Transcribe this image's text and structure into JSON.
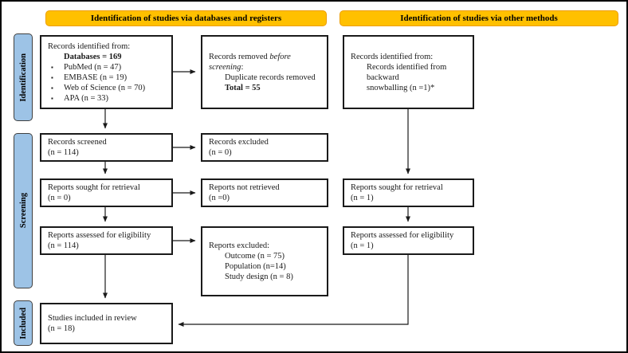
{
  "banners": {
    "left": "Identification of studies via databases and registers",
    "right": "Identification of studies via other methods"
  },
  "stages": {
    "identification": "Identification",
    "screening": "Screening",
    "included": "Included"
  },
  "boxes": {
    "db_identified": {
      "title": "Records identified from:",
      "subtitle": "Databases = 169",
      "bullets": [
        "PubMed (n = 47)",
        "EMBASE (n = 19)",
        "Web of Science (n = 70)",
        "APA (n = 33)"
      ]
    },
    "removed_before_screening": {
      "prefix": "Records removed ",
      "italic": "before screening",
      "suffix": ":",
      "line2": "Duplicate records removed",
      "line3": "Total = 55"
    },
    "other_identified": {
      "title": "Records identified from:",
      "line2": "Records identified from backward",
      "line3": "snowballing (n =1)*"
    },
    "records_screened": {
      "line1": "Records screened",
      "line2": "(n = 114)"
    },
    "records_excluded": {
      "line1": "Records excluded",
      "line2": "(n = 0)"
    },
    "reports_sought_db": {
      "line1": "Reports sought for retrieval",
      "line2": "(n = 0)"
    },
    "reports_not_retrieved": {
      "line1": "Reports not retrieved",
      "line2": "(n =0)"
    },
    "reports_assessed_db": {
      "line1": "Reports assessed for eligibility",
      "line2": "(n = 114)"
    },
    "reports_excluded": {
      "title": "Reports excluded:",
      "lines": [
        "Outcome (n = 75)",
        "Population (n=14)",
        "Study design (n = 8)"
      ]
    },
    "reports_sought_other": {
      "line1": "Reports sought for retrieval",
      "line2": "(n = 1)"
    },
    "reports_assessed_other": {
      "line1": "Reports assessed for eligibility",
      "line2": "(n = 1)"
    },
    "studies_included": {
      "line1": "Studies included in review",
      "line2": "(n = 18)"
    }
  },
  "colors": {
    "banner_fill": "#FFC000",
    "banner_border": "#ED9D00",
    "stage_fill": "#9DC3E6",
    "stage_border": "#404040",
    "box_border": "#1A1A1A"
  }
}
